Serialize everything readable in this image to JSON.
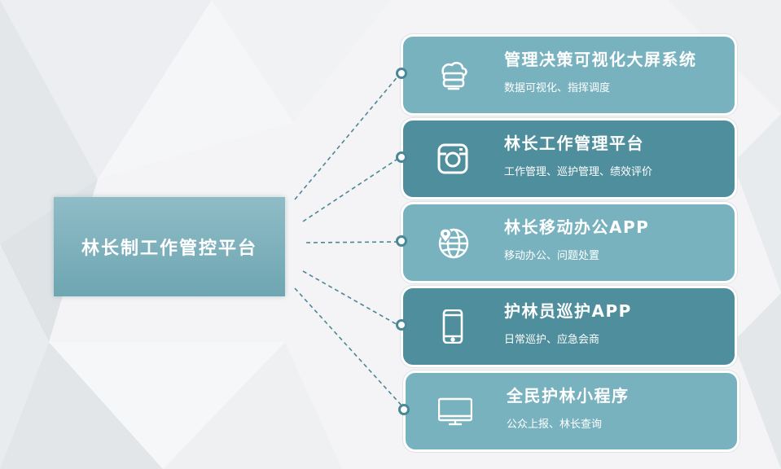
{
  "center": {
    "title": "林长制工作管控平台"
  },
  "items": [
    {
      "title": "管理决策可视化大屏系统",
      "subtitle": "数据可视化、指挥调度",
      "icon": "cloud-server-icon"
    },
    {
      "title": "林长工作管理平台",
      "subtitle": "工作管理、巡护管理、绩效评价",
      "icon": "camera-icon"
    },
    {
      "title": "林长移动办公APP",
      "subtitle": "移动办公、问题处置",
      "icon": "globe-pin-icon"
    },
    {
      "title": "护林员巡护APP",
      "subtitle": "日常巡护、应急会商",
      "icon": "smartphone-icon"
    },
    {
      "title": "全民护林小程序",
      "subtitle": "公众上报、林长查询",
      "icon": "monitor-icon"
    }
  ]
}
